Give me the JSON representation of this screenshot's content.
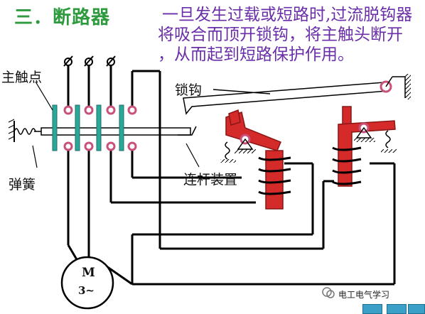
{
  "title": "三．断路器",
  "description_lines": [
    "一旦发生过载或短路时,过流脱钩器",
    "将吸合而顶开锁钩，将主触头断开",
    "，从而起到短路保护作用。"
  ],
  "labels": {
    "main_contact": "主触点",
    "spring": "弹簧",
    "latch": "锁钩",
    "linkage": "连杆装置",
    "motor_top": "M",
    "motor_bottom": "3~"
  },
  "watermark": "电工电气学习",
  "colors": {
    "title": "#2e9a3e",
    "description": "#6a2ea8",
    "contact_bar": "#2aa89a",
    "pivot": "#c8507a",
    "coil": "#d42a2a"
  }
}
